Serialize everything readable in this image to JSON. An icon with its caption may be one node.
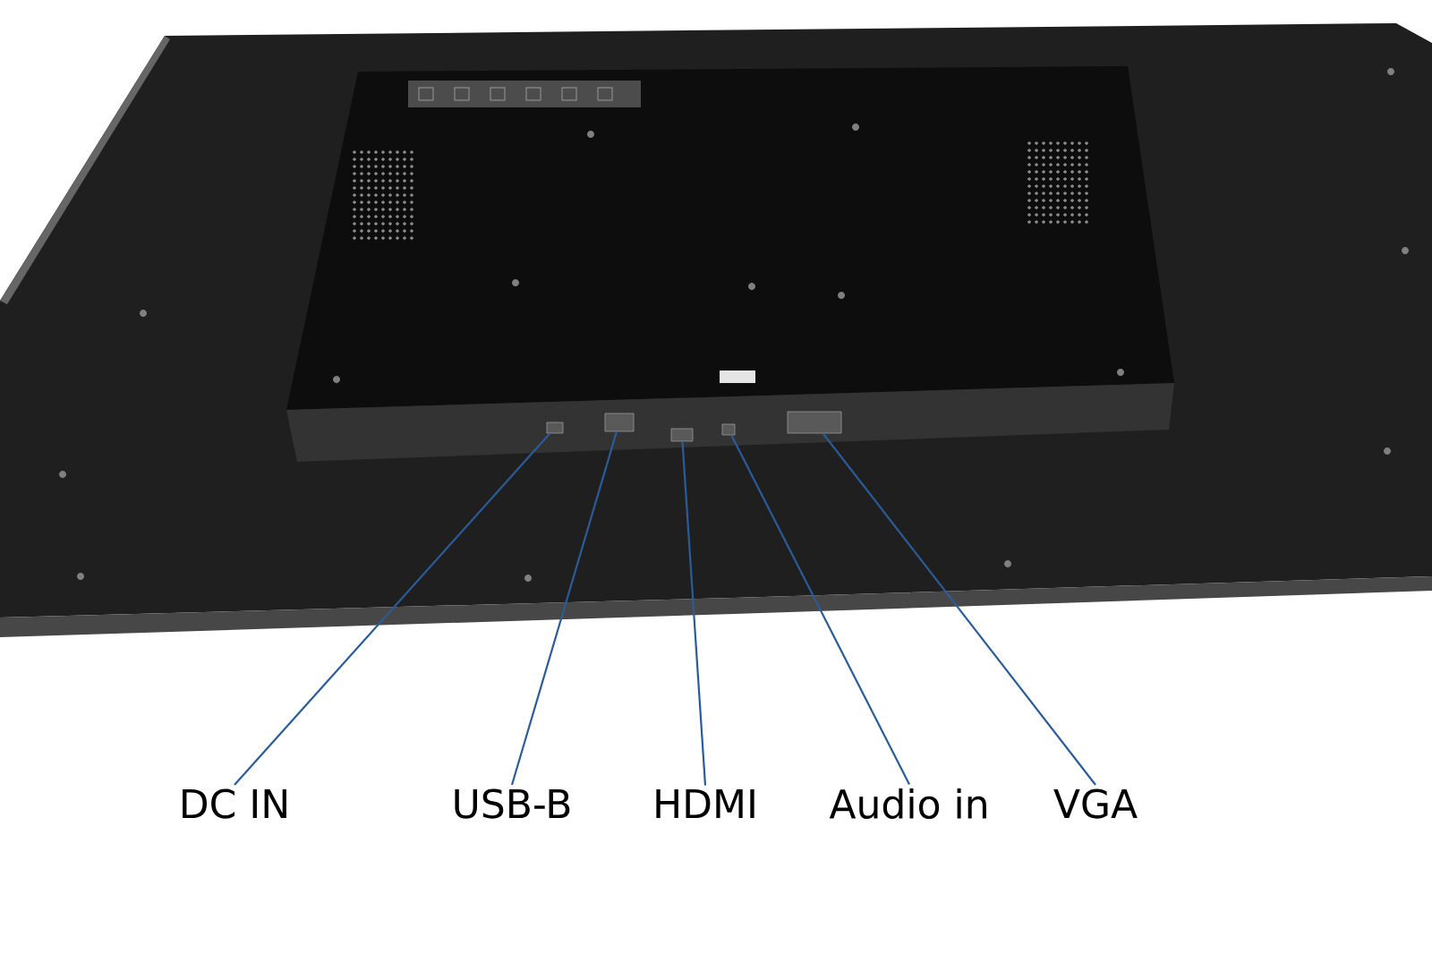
{
  "diagram": {
    "nodes": [
      {
        "text": [
          "DC IN"
        ]
      },
      {
        "text": [
          "USB-B"
        ]
      },
      {
        "text": [
          "HDMI"
        ]
      },
      {
        "text": [
          "Audio in"
        ]
      },
      {
        "text": [
          "VGA"
        ]
      },
      {
        "text": [],
        "shape": "box"
      },
      {
        "text": [],
        "shape": "box"
      },
      {
        "text": [],
        "shape": "box"
      },
      {
        "text": [],
        "shape": "box"
      },
      {
        "text": [],
        "shape": "box"
      }
    ],
    "edges": [
      {
        "from": 0,
        "to": 5,
        "arrow": "none"
      },
      {
        "from": 1,
        "to": 6,
        "arrow": "none"
      },
      {
        "from": 2,
        "to": 7,
        "arrow": "none"
      },
      {
        "from": 3,
        "to": 8,
        "arrow": "none"
      },
      {
        "from": 4,
        "to": 9,
        "arrow": "none"
      }
    ]
  }
}
